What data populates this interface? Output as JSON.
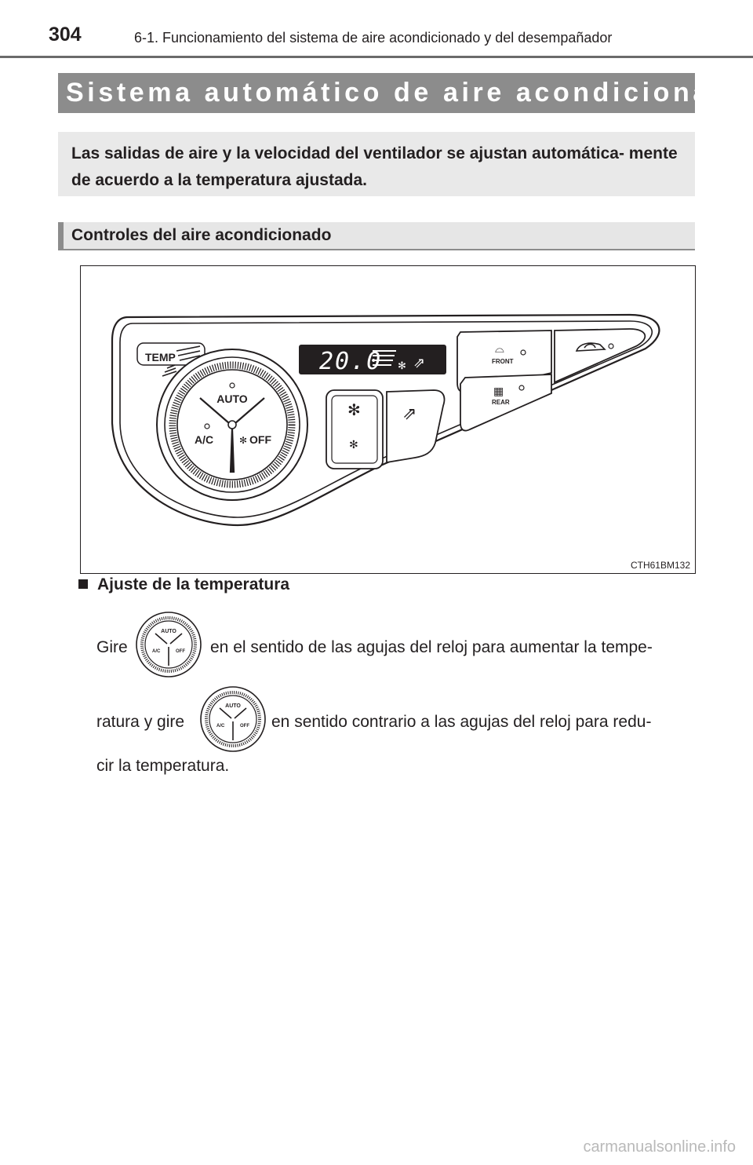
{
  "header": {
    "page_number": "304",
    "running_head": "6-1. Funcionamiento del sistema de aire acondicionado y del desempañador"
  },
  "title": "Sistema automático de aire acondicionado",
  "intro": "Las salidas de aire y la velocidad del ventilador se ajustan automática- mente de acuerdo a la temperatura ajustada.",
  "section": {
    "title": "Controles del aire acondicionado"
  },
  "figure": {
    "code": "CTH61BM132",
    "panel": {
      "temp_label": "TEMP",
      "display": "20.0",
      "dial_auto": "AUTO",
      "dial_ac": "A/C",
      "dial_off": "OFF",
      "front_label": "FRONT",
      "rear_label": "REAR"
    }
  },
  "subsection": {
    "title": "Ajuste de la temperatura",
    "line1_a": "Gire",
    "line1_b": "en el sentido de las agujas del reloj para aumentar la tempe-",
    "line2_a": "ratura y gire",
    "line2_b": "en sentido contrario a las agujas del reloj para redu-",
    "line3": "cir la temperatura."
  },
  "watermark": "carmanualsonline.info"
}
